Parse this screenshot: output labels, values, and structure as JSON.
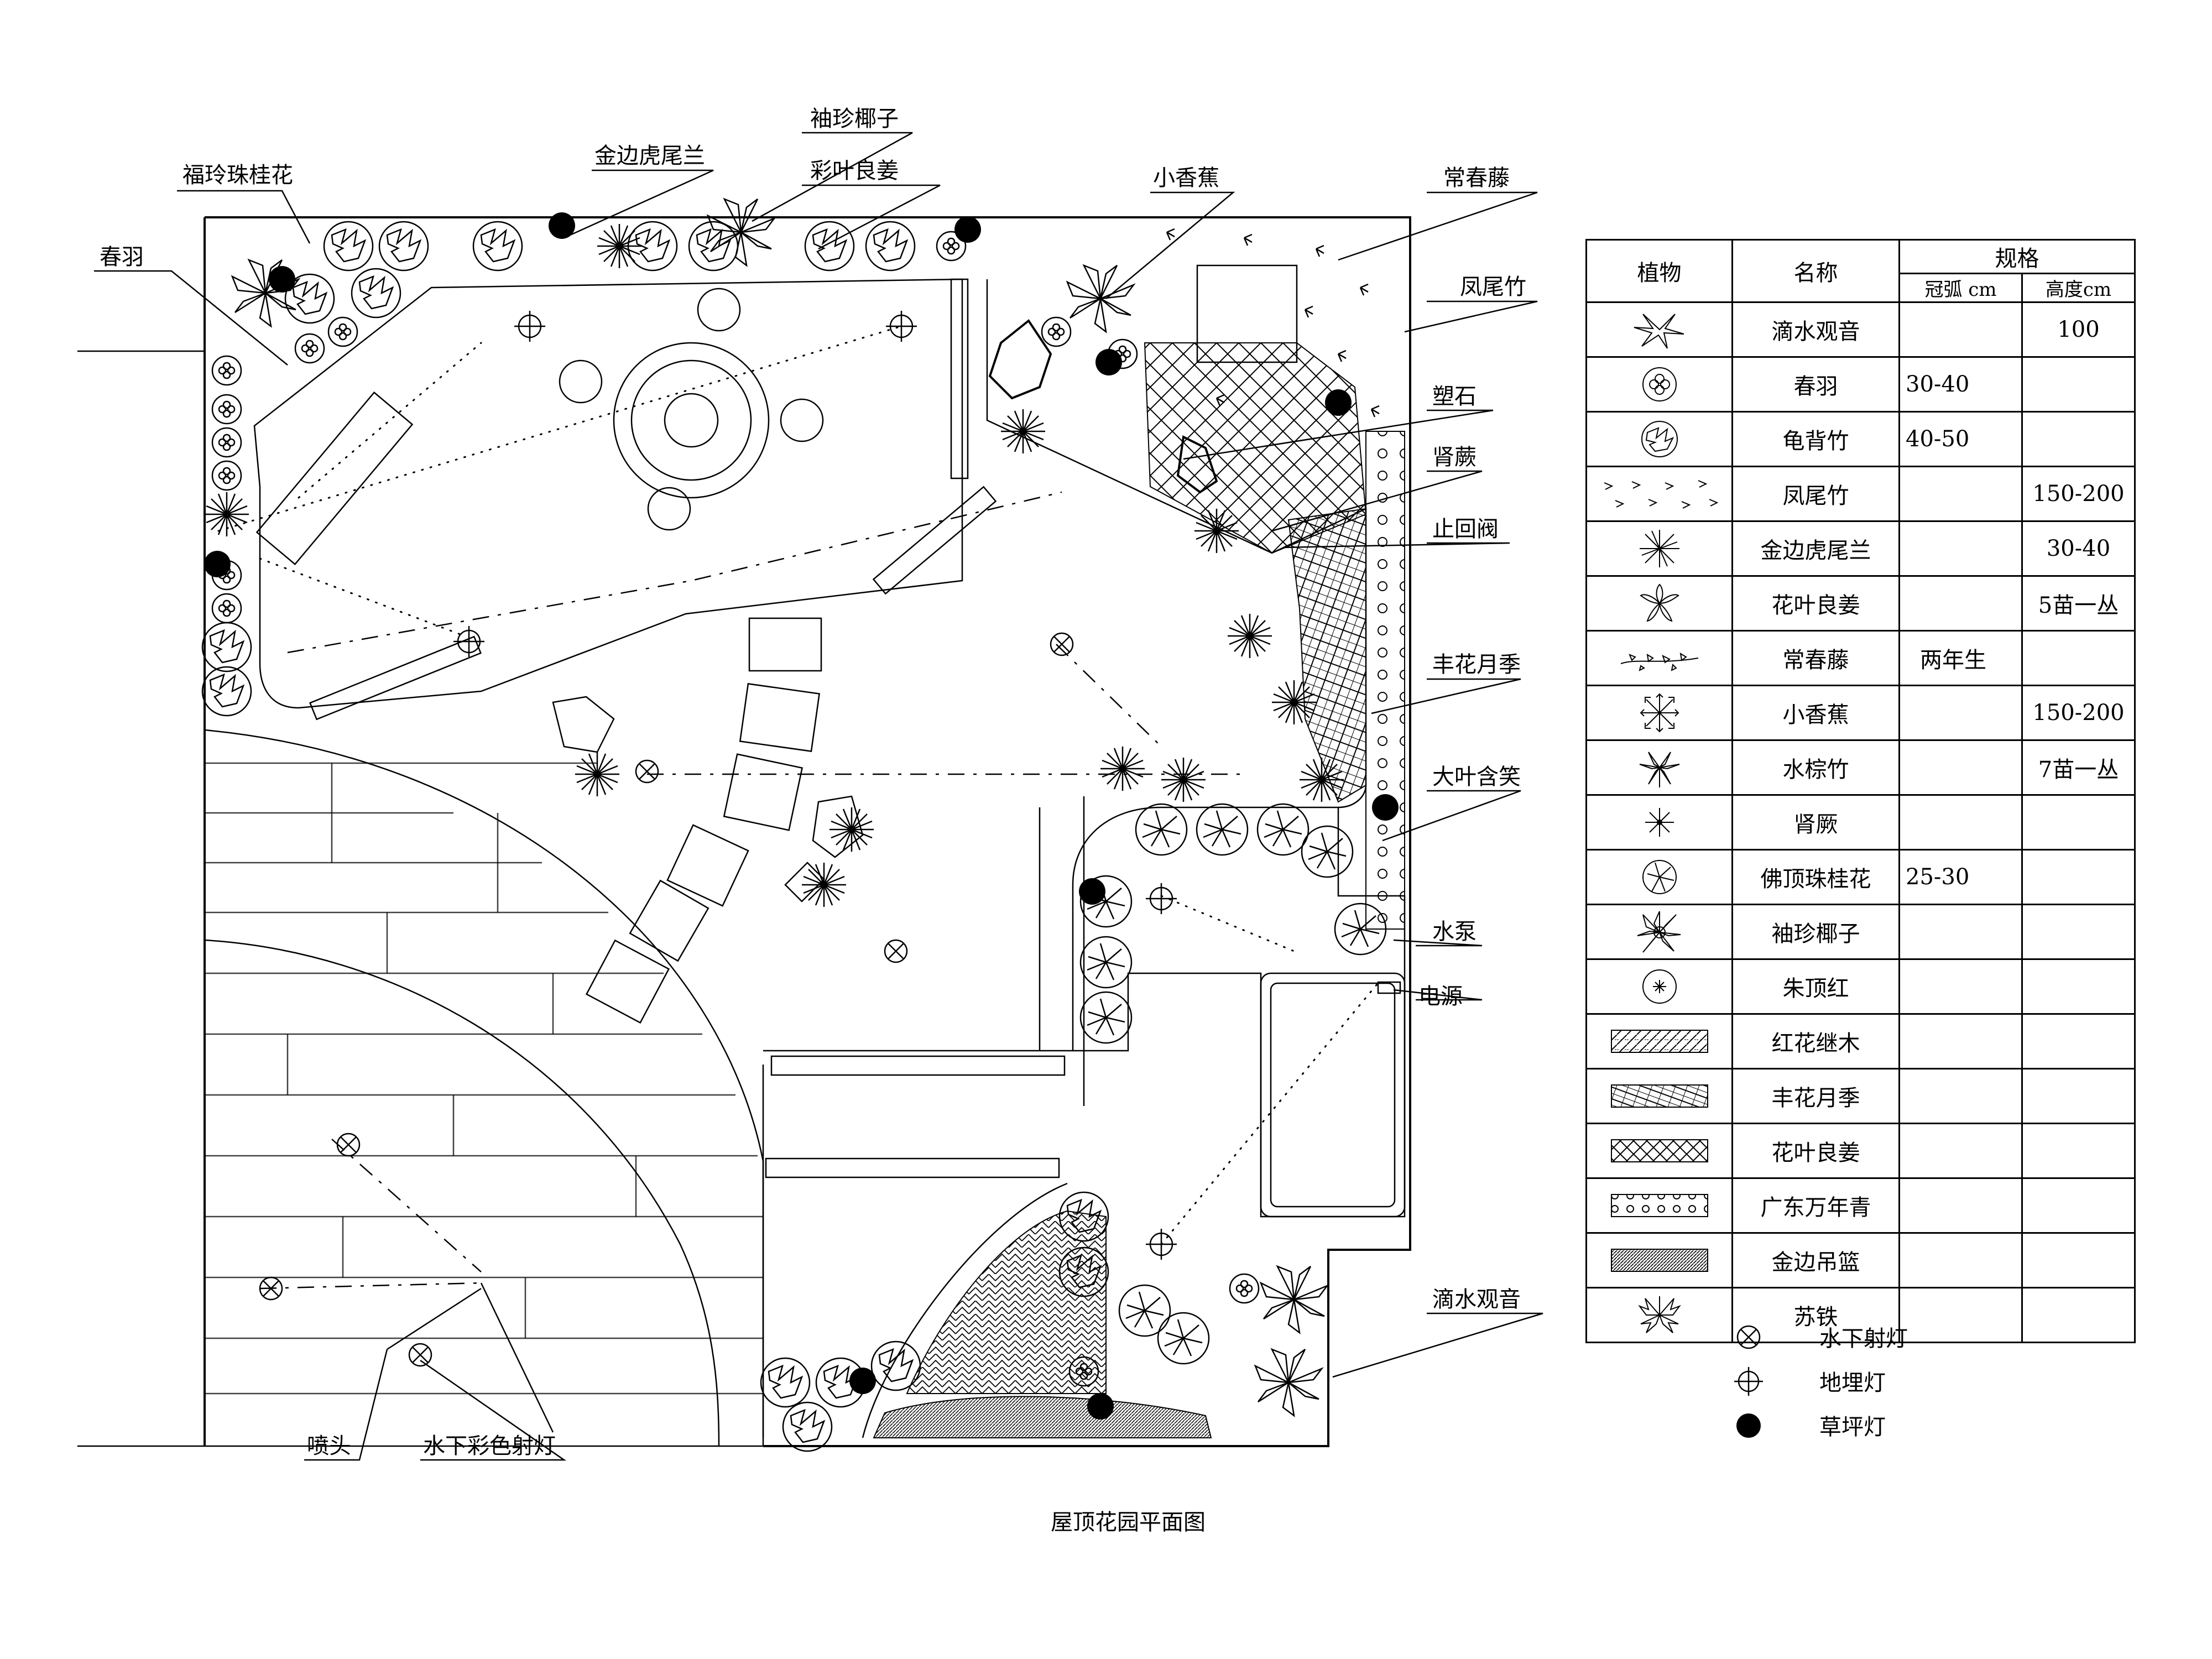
{
  "drawing": {
    "title": "屋顶花园平面图",
    "callouts": {
      "fuling_osmanthus": "福玲珠桂花",
      "chunyu": "春羽",
      "jinbian_sansevieria": "金边虎尾兰",
      "xiuzhen_palm": "袖珍椰子",
      "caiye_ginger": "彩叶良姜",
      "small_banana": "小香蕉",
      "ivy": "常春藤",
      "fern_bamboo": "凤尾竹",
      "rockery": "塑石",
      "sword_fern": "肾蕨",
      "check_valve": "止回阀",
      "rose": "丰花月季",
      "michelia": "大叶含笑",
      "water_pump": "水泵",
      "power": "电源",
      "dripping_guanyin": "滴水观音",
      "nozzle": "喷头",
      "underwater_color_light": "水下彩色射灯"
    }
  },
  "legend": {
    "header": {
      "plant": "植物",
      "name": "名称",
      "spec": "规格",
      "crown": "冠弧 cm",
      "height": "高度cm"
    },
    "rows": [
      {
        "symbol": "dripping-guanyin-symbol",
        "name": "滴水观音",
        "crown": "",
        "height": "100"
      },
      {
        "symbol": "chunyu-symbol",
        "name": "春羽",
        "crown": "30-40",
        "height": ""
      },
      {
        "symbol": "monstera-symbol",
        "name": "龟背竹",
        "crown": "40-50",
        "height": ""
      },
      {
        "symbol": "fern-bamboo-symbol",
        "name": "凤尾竹",
        "crown": "",
        "height": "150-200"
      },
      {
        "symbol": "sansevieria-symbol",
        "name": "金边虎尾兰",
        "crown": "",
        "height": "30-40"
      },
      {
        "symbol": "ginger-symbol",
        "name": "花叶良姜",
        "crown": "",
        "height": "5苗一丛"
      },
      {
        "symbol": "ivy-symbol",
        "name": "常春藤",
        "crown": "两年生",
        "height": ""
      },
      {
        "symbol": "banana-symbol",
        "name": "小香蕉",
        "crown": "",
        "height": "150-200"
      },
      {
        "symbol": "rhapis-symbol",
        "name": "水棕竹",
        "crown": "",
        "height": "7苗一丛"
      },
      {
        "symbol": "sword-fern-symbol",
        "name": "肾厥",
        "crown": "",
        "height": ""
      },
      {
        "symbol": "osmanthus-symbol",
        "name": "佛顶珠桂花",
        "crown": "25-30",
        "height": ""
      },
      {
        "symbol": "palm-symbol",
        "name": "袖珍椰子",
        "crown": "",
        "height": ""
      },
      {
        "symbol": "cordyline-symbol",
        "name": "朱顶红",
        "crown": "",
        "height": ""
      },
      {
        "symbol": "loropetalum-hatch",
        "name": "红花继木",
        "crown": "",
        "height": ""
      },
      {
        "symbol": "rose-hatch",
        "name": "丰花月季",
        "crown": "",
        "height": ""
      },
      {
        "symbol": "ginger-hatch",
        "name": "花叶良姜",
        "crown": "",
        "height": ""
      },
      {
        "symbol": "aglaonema-hatch",
        "name": "广东万年青",
        "crown": "",
        "height": ""
      },
      {
        "symbol": "chlorophytum-hatch",
        "name": "金边吊篮",
        "crown": "",
        "height": ""
      },
      {
        "symbol": "cycad-symbol",
        "name": "苏铁",
        "crown": "",
        "height": ""
      }
    ]
  },
  "lamp_key": [
    {
      "icon": "underwater-light-icon",
      "label": "水下射灯"
    },
    {
      "icon": "ground-light-icon",
      "label": "地埋灯"
    },
    {
      "icon": "lawn-light-icon",
      "label": "草坪灯"
    }
  ]
}
